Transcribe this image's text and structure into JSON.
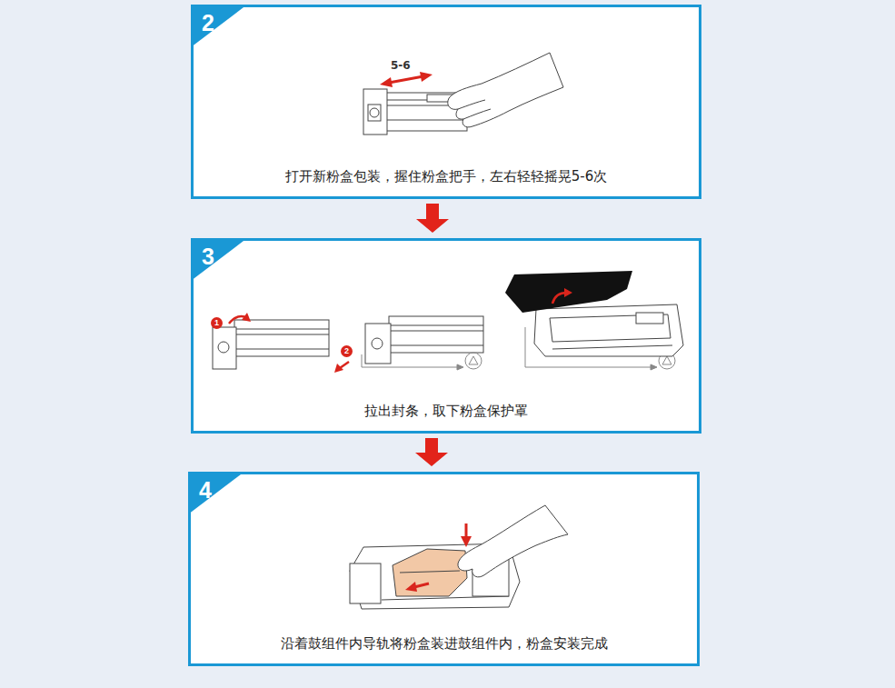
{
  "diagram": {
    "nodes": [
      {
        "text": [
          "2",
          "打开新粉盒包装，握住粉盒把手，左右轻轻摇晃5-6次"
        ]
      },
      {
        "text": [
          "3",
          "拉出封条，取下粉盒保护罩"
        ]
      },
      {
        "text": [
          "4",
          "沿着鼓组件内导轨将粉盒装进鼓组件内，粉盒安装完成"
        ]
      }
    ],
    "edges": [
      {
        "from": 0,
        "to": 1,
        "arrow": "to"
      },
      {
        "from": 1,
        "to": 2,
        "arrow": "to"
      }
    ],
    "labels": [
      "5-6",
      "1",
      "2"
    ]
  }
}
